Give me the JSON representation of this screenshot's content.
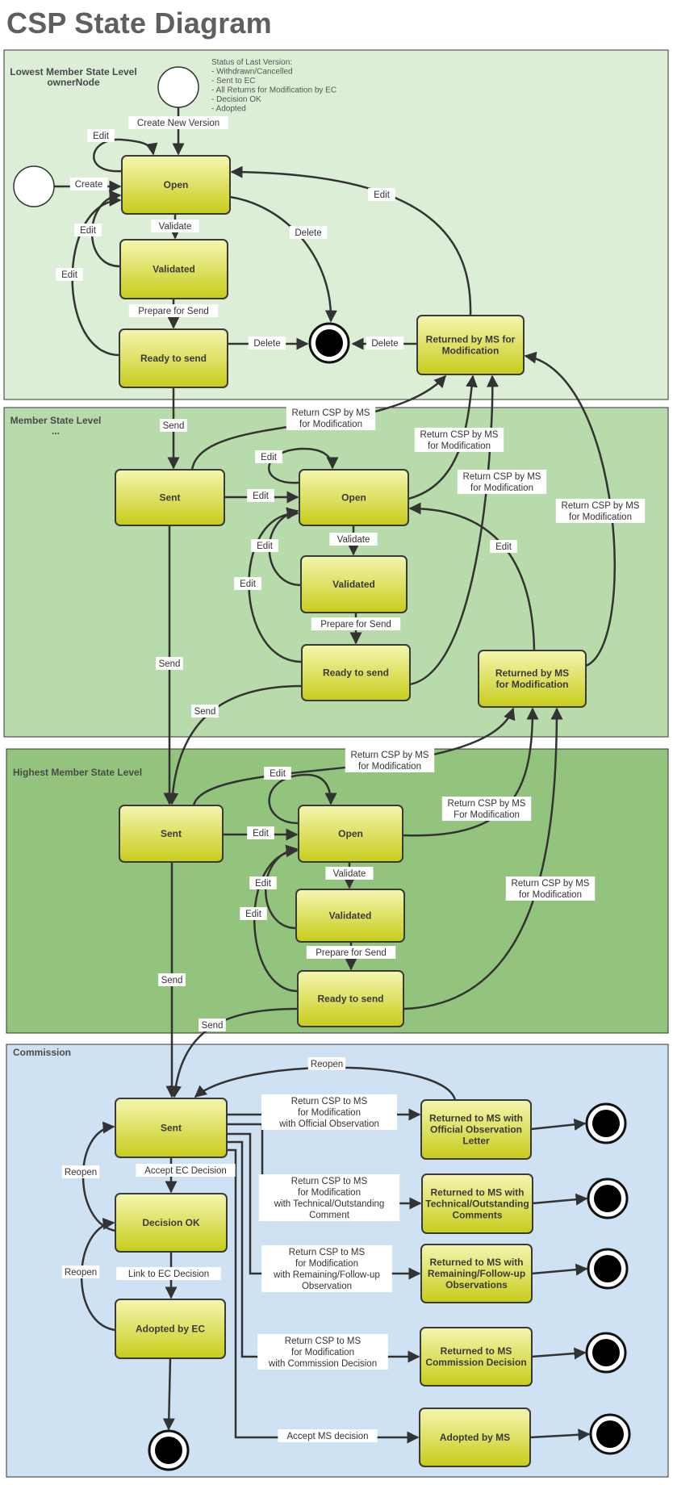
{
  "title": "CSP State Diagram",
  "sections": {
    "lowest": {
      "title": "Lowest Member State Level",
      "subtitle": "ownerNode"
    },
    "member": {
      "title": "Member State Level",
      "subtitle": "..."
    },
    "highest": {
      "title": "Highest Member State Level"
    },
    "commission": {
      "title": "Commission"
    }
  },
  "status_note": [
    "Status of Last Version:",
    "- Withdrawn/Cancelled",
    "- Sent to EC",
    "- All Returns for Modification by EC",
    "- Decision OK",
    "- Adopted"
  ],
  "states": {
    "l_open": "Open",
    "l_validated": "Validated",
    "l_ready": "Ready to send",
    "l_returned": [
      "Returned by MS for",
      "Modification"
    ],
    "m_sent": "Sent",
    "m_open": "Open",
    "m_validated": "Validated",
    "m_ready": "Ready to send",
    "m_returned": [
      "Returned by MS",
      "for Modification"
    ],
    "h_sent": "Sent",
    "h_open": "Open",
    "h_validated": "Validated",
    "h_ready": "Ready to send",
    "c_sent": "Sent",
    "c_decision": "Decision OK",
    "c_adopted": "Adopted by EC",
    "c_ret_obs": [
      "Returned to MS with",
      "Official Observation",
      "Letter"
    ],
    "c_ret_tech": [
      "Returned to MS with",
      "Technical/Outstanding",
      "Comments"
    ],
    "c_ret_rem": [
      "Returned to MS with",
      "Remaining/Follow-up",
      "Observations"
    ],
    "c_ret_dec": [
      "Returned to MS",
      "Commission Decision"
    ],
    "c_adopted_ms": "Adopted by MS"
  },
  "labels": {
    "create_new_version": "Create New Version",
    "create": "Create",
    "edit": "Edit",
    "validate": "Validate",
    "delete": "Delete",
    "prepare_for_send": "Prepare for Send",
    "send": "Send",
    "return_csp_ms_mod": [
      "Return CSP by MS",
      "for Modification"
    ],
    "return_csp_ms_mod_cap": [
      "Return CSP by MS",
      "For Modification"
    ],
    "reopen": "Reopen",
    "accept_ec_decision": "Accept EC Decision",
    "link_ec_decision": "Link to EC Decision",
    "accept_ms_decision": "Accept MS decision",
    "ret_obs": [
      "Return CSP to MS",
      "for Modification",
      "with Official Observation"
    ],
    "ret_tech": [
      "Return CSP to MS",
      "for Modification",
      "with Technical/Outstanding",
      "Comment"
    ],
    "ret_rem": [
      "Return CSP to MS",
      "for Modification",
      "with Remaining/Follow-up",
      "Observation"
    ],
    "ret_dec": [
      "Return CSP to MS",
      "for Modification",
      "with Commission Decision"
    ]
  },
  "colors": {
    "lowest_bg": "#dcefd6",
    "member_bg": "#b7dbaa",
    "highest_bg": "#93c47d",
    "commission_bg": "#cfe2f3",
    "state_top": "#f4f6b0",
    "state_bottom": "#c8cc1a"
  }
}
